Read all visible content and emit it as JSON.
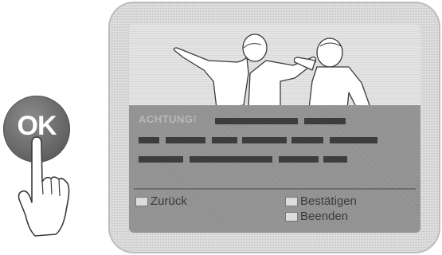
{
  "remote": {
    "ok_label": "OK"
  },
  "osd": {
    "title": "ACHTUNG!",
    "keys": {
      "back_label": "Zurück",
      "confirm_label": "Bestätigen",
      "exit_label": "Beenden"
    }
  },
  "icons": [
    "hand-pointer-icon",
    "color-key-icon"
  ],
  "colors": {
    "osd_background": "#8f8f8f",
    "tv_frame": "#c9c9c9",
    "ok_button": "#6a6a6a",
    "redaction": "#3d3d3d"
  }
}
